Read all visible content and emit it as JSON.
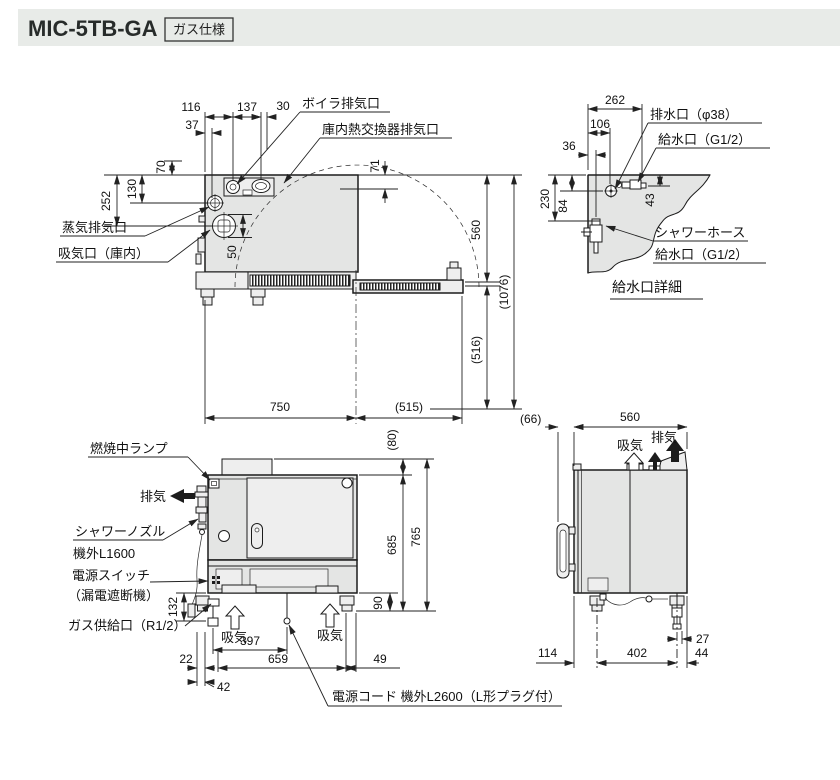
{
  "header": {
    "model": "MIC-5TB-GA",
    "badge": "ガス仕様"
  },
  "plan_view": {
    "labels": {
      "boiler_exhaust": "ボイラ排気口",
      "heatex_exhaust": "庫内熱交換器排気口",
      "steam_exhaust": "蒸気排気口",
      "intake_inner": "吸気口（庫内）"
    },
    "dims": {
      "d116": "116",
      "d137": "137",
      "d30": "30",
      "d37": "37",
      "d70": "70",
      "d130": "130",
      "d252": "252",
      "d71": "71",
      "d50": "50",
      "d560": "560",
      "d1076": "(1076)",
      "d516": "(516)",
      "d750": "750",
      "d515": "(515)"
    }
  },
  "supply_detail": {
    "caption": "給水口詳細",
    "labels": {
      "drain": "排水口（φ38）",
      "supply_top": "給水口（G1/2）",
      "shower_hose": "シャワーホース",
      "supply_shower": "給水口（G1/2）"
    },
    "dims": {
      "d262": "262",
      "d106": "106",
      "d36": "36",
      "d230": "230",
      "d84": "84",
      "d43": "43"
    }
  },
  "front_view": {
    "labels": {
      "burner_lamp": "燃焼中ランプ",
      "exhaust": "排気",
      "shower_nozzle": "シャワーノズル",
      "shower_length": "機外L1600",
      "power_switch": "電源スイッチ",
      "breaker": "（漏電遮断機）",
      "gas_inlet": "ガス供給口（R1/2）",
      "intake_left": "吸気",
      "intake_right": "吸気",
      "power_cord": "電源コード 機外L2600（L形プラグ付）"
    },
    "dims": {
      "d80": "(80)",
      "d685": "685",
      "d765": "765",
      "d132": "132",
      "d90": "90",
      "d22": "22",
      "d42": "42",
      "d397": "397",
      "d659": "659",
      "d49": "49"
    }
  },
  "side_view": {
    "labels": {
      "intake": "吸気",
      "exhaust": "排気"
    },
    "dims": {
      "d66": "(66)",
      "d560": "560",
      "d114": "114",
      "d402": "402",
      "d44": "44",
      "d27": "27"
    }
  }
}
